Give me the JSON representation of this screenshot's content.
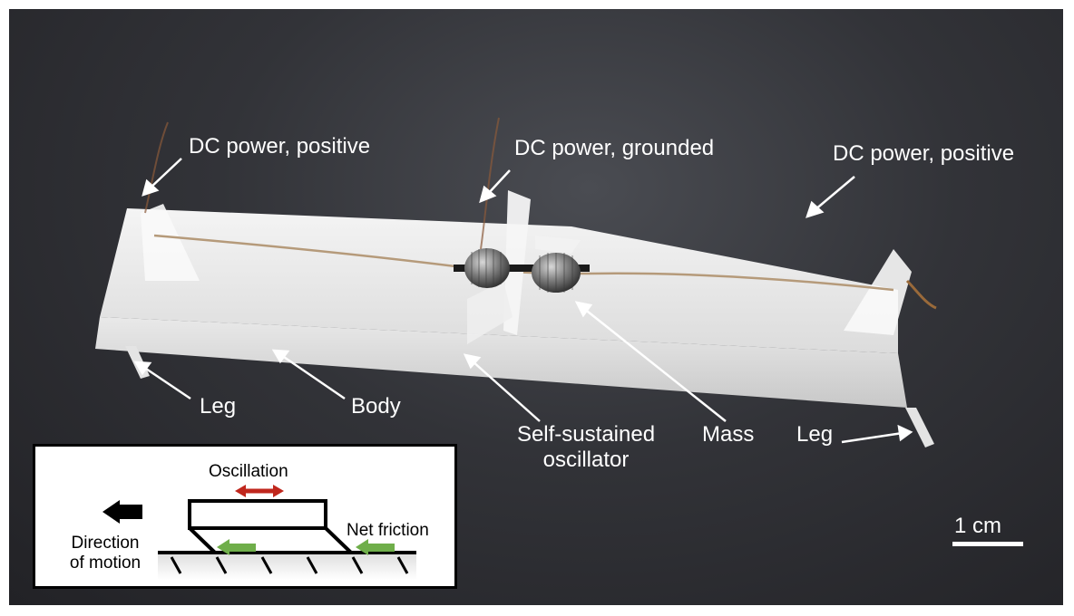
{
  "labels": {
    "dc_positive_left": "DC power, positive",
    "dc_grounded": "DC power, grounded",
    "dc_positive_right": "DC power, positive",
    "leg_left": "Leg",
    "body": "Body",
    "oscillator_line1": "Self-sustained",
    "oscillator_line2": "oscillator",
    "mass": "Mass",
    "leg_right": "Leg"
  },
  "inset": {
    "oscillation": "Oscillation",
    "net_friction": "Net friction",
    "direction_line1": "Direction",
    "direction_line2": "of motion"
  },
  "scale": {
    "label": "1 cm"
  },
  "colors": {
    "background": "#2e2f33",
    "body_white": "#eeeeee",
    "oscillation_arrow": "#c0271d",
    "friction_arrow": "#6fae4a",
    "motion_arrow": "#000000"
  }
}
